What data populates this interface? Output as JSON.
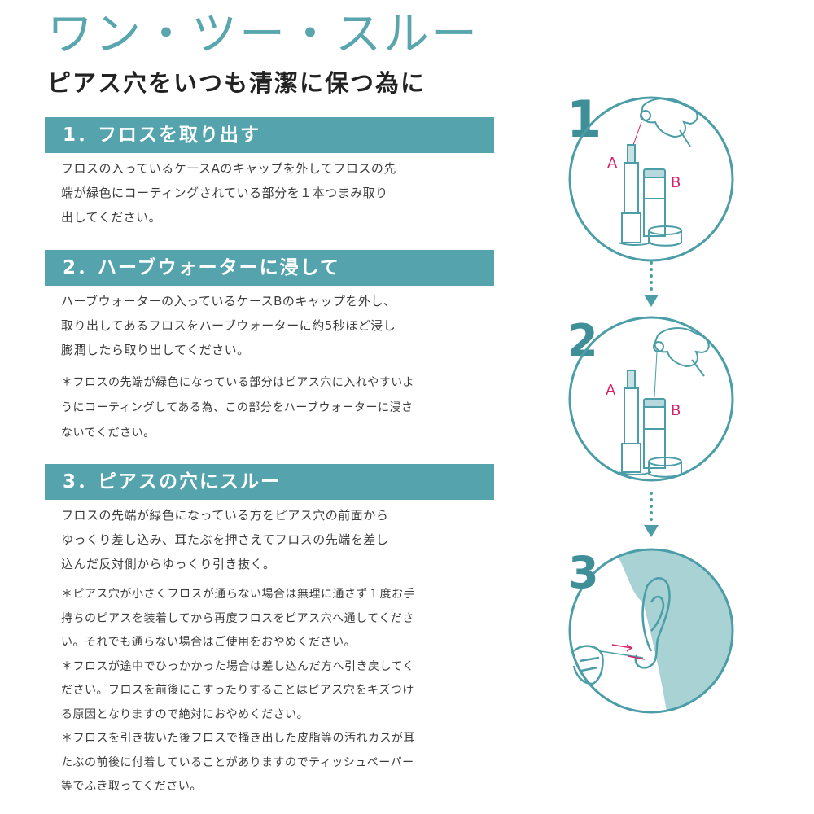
{
  "header": {
    "title": "ワン・ツー・スルー",
    "subtitle": "ピアス穴をいつも清潔に保つ為に"
  },
  "colors": {
    "accent": "#55a3ad",
    "title": "#5aa6ae",
    "label_pink": "#d4236a",
    "text": "#3c3c3c"
  },
  "steps": [
    {
      "number": "1",
      "heading": "1．フロスを取り出す",
      "body_lines": [
        "フロスの入っているケースAのキャップを外してフロスの先",
        "端が緑色にコーティングされている部分を１本つまみ取り",
        "出してください。"
      ],
      "notes": []
    },
    {
      "number": "2",
      "heading": "2．ハーブウォーターに浸して",
      "body_lines": [
        "ハーブウォーターの入っているケースBのキャップを外し、",
        "取り出してあるフロスをハーブウォーターに約5秒ほど浸し",
        "膨潤したら取り出してください。"
      ],
      "notes": [
        "＊フロスの先端が緑色になっている部分はピアス穴に入れやすいよ",
        "うにコーティングしてある為、この部分をハーブウォーターに浸さ",
        "ないでください。"
      ]
    },
    {
      "number": "3",
      "heading": "3．ピアスの穴にスルー",
      "body_lines": [
        "フロスの先端が緑色になっている方をピアス穴の前面から",
        "ゆっくり差し込み、耳たぶを押さえてフロスの先端を差し",
        "込んだ反対側からゆっくり引き抜く。"
      ],
      "notes": [
        "＊ピアス穴が小さくフロスが通らない場合は無理に通さず１度お手",
        "持ちのピアスを装着してから再度フロスをピアス穴へ通してくださ",
        "い。それでも通らない場合はご使用をおやめください。",
        "＊フロスが途中でひっかかった場合は差し込んだ方へ引き戻してく",
        "ださい。フロスを前後にこすったりすることはピアス穴をキズつけ",
        "る原因となりますので絶対におやめください。",
        "＊フロスを引き抜いた後フロスで掻き出した皮脂等の汚れカスが耳",
        "たぶの前後に付着していることがありますのでティッシュペーパー",
        "等でふき取ってください。"
      ]
    }
  ],
  "illustrations": {
    "labels": {
      "case_a": "A",
      "case_b": "B"
    },
    "step_numbers": [
      "1",
      "2",
      "3"
    ],
    "icons": [
      "hand-pinching-floss-icon",
      "case-a-icon",
      "case-b-icon",
      "down-arrow-icon",
      "ear-floss-icon"
    ]
  }
}
